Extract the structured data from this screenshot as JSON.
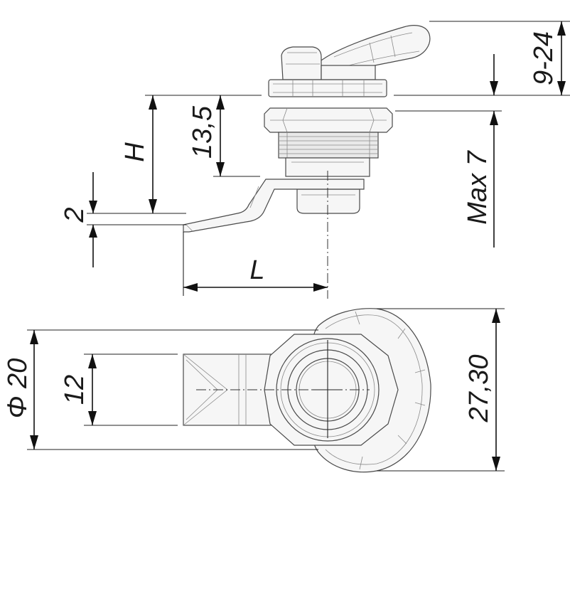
{
  "dimensions": {
    "d1": "9-24",
    "d2": "13,5",
    "d3": "H",
    "d4": "Max 7",
    "d5": "2",
    "d6": "L",
    "d7": "Φ 20",
    "d8": "12",
    "d9": "27,30"
  },
  "colors": {
    "ink": "#111111",
    "part_fill": "#f6f6f6",
    "part_edge": "#4a4a4a"
  }
}
